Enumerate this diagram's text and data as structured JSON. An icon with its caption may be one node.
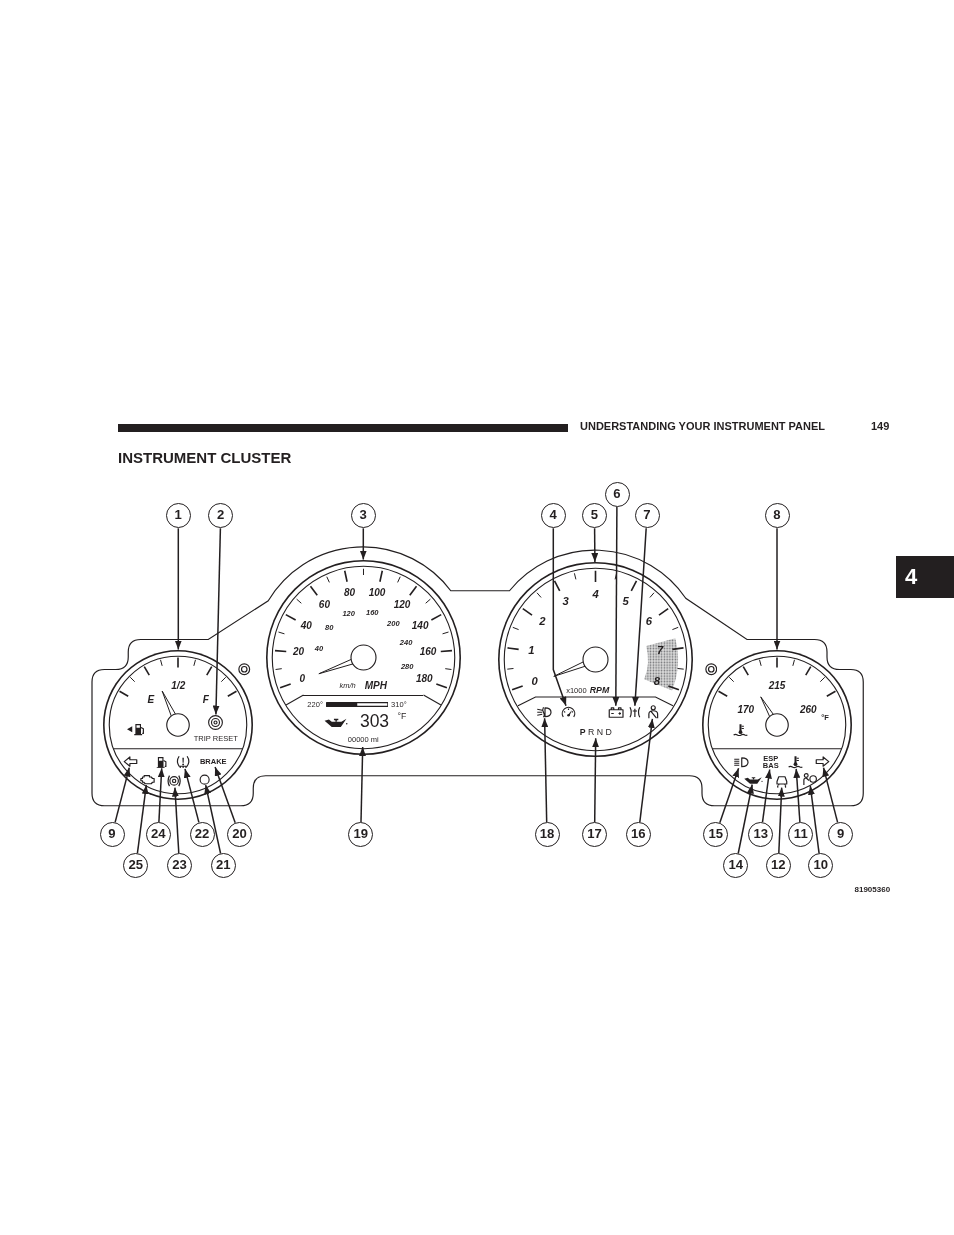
{
  "diagram": {
    "title": "INSTRUMENT CLUSTER",
    "nodes": [
      {
        "text": [
          "1"
        ]
      },
      {
        "text": [
          "2"
        ]
      },
      {
        "text": [
          "3"
        ]
      },
      {
        "text": [
          "4"
        ]
      },
      {
        "text": [
          "5"
        ]
      },
      {
        "text": [
          "6"
        ]
      },
      {
        "text": [
          "7"
        ]
      },
      {
        "text": [
          "8"
        ]
      },
      {
        "text": [
          "1/2",
          "E",
          "F"
        ]
      },
      {
        "text": [],
        "shape": "circle",
        "beside": [
          "TRIP RESET"
        ],
        "in": 8
      },
      {
        "text": [],
        "shape": "picture",
        "in": 8
      },
      {
        "text": [],
        "shape": "picture",
        "in": 8
      },
      {
        "text": [],
        "shape": "picture",
        "in": 8
      },
      {
        "text": [
          "BRAKE"
        ],
        "in": 8
      },
      {
        "text": [],
        "shape": "picture",
        "in": 8
      },
      {
        "text": [],
        "shape": "picture",
        "in": 8
      },
      {
        "text": [],
        "shape": "circle",
        "in": 8
      },
      {
        "text": [
          "0",
          "20",
          "40",
          "60",
          "80",
          "100",
          "120",
          "140",
          "160",
          "180",
          "40",
          "80",
          "120",
          "160",
          "200",
          "240",
          "280",
          "km/h",
          "MPH"
        ]
      },
      {
        "text": [
          "220°",
          "310°",
          "303",
          "°F",
          "00000 mi"
        ],
        "in": 17
      },
      {
        "text": [
          "0",
          "1",
          "2",
          "3",
          "4",
          "5",
          "6",
          "7",
          "8",
          "x1000",
          "RPM"
        ]
      },
      {
        "text": [],
        "shape": "picture",
        "in": 19
      },
      {
        "text": [],
        "shape": "picture",
        "in": 19
      },
      {
        "text": [],
        "shape": "picture",
        "in": 19
      },
      {
        "text": [],
        "shape": "picture",
        "in": 19
      },
      {
        "text": [],
        "shape": "picture",
        "in": 19
      },
      {
        "text": [
          "P R N D"
        ],
        "in": 19
      },
      {
        "text": [
          "215",
          "170",
          "260",
          "°F"
        ]
      },
      {
        "text": [],
        "shape": "picture",
        "in": 26
      },
      {
        "text": [
          "ESP BAS"
        ],
        "in": 26
      },
      {
        "text": [],
        "shape": "picture",
        "in": 26
      },
      {
        "text": [],
        "shape": "picture",
        "in": 26
      },
      {
        "text": [],
        "shape": "picture",
        "in": 26
      },
      {
        "text": [],
        "shape": "picture",
        "in": 26
      },
      {
        "text": [],
        "shape": "picture",
        "in": 26
      },
      {
        "text": [
          "9"
        ]
      },
      {
        "text": [
          "24"
        ]
      },
      {
        "text": [
          "22"
        ]
      },
      {
        "text": [
          "20"
        ]
      },
      {
        "text": [
          "19"
        ]
      },
      {
        "text": [
          "18"
        ]
      },
      {
        "text": [
          "17"
        ]
      },
      {
        "text": [
          "16"
        ]
      },
      {
        "text": [
          "15"
        ]
      },
      {
        "text": [
          "13"
        ]
      },
      {
        "text": [
          "11"
        ]
      },
      {
        "text": [
          "9"
        ]
      },
      {
        "text": [
          "25"
        ]
      },
      {
        "text": [
          "23"
        ]
      },
      {
        "text": [
          "21"
        ]
      },
      {
        "text": [
          "14"
        ]
      },
      {
        "text": [
          "12"
        ]
      },
      {
        "text": [
          "10"
        ]
      }
    ],
    "edges": [
      {
        "from": 0,
        "to": 8,
        "arrow": "to"
      },
      {
        "from": 1,
        "to": 9,
        "arrow": "to"
      },
      {
        "from": 2,
        "to": 17,
        "arrow": "to"
      },
      {
        "from": 3,
        "to": 21,
        "arrow": "to"
      },
      {
        "from": 4,
        "to": 19,
        "arrow": "to"
      },
      {
        "from": 5,
        "to": 22,
        "arrow": "to"
      },
      {
        "from": 6,
        "to": 23,
        "arrow": "to"
      },
      {
        "from": 7,
        "to": 26,
        "arrow": "to"
      },
      {
        "from": 34,
        "to": 10,
        "arrow": "to"
      },
      {
        "from": 35,
        "to": 11,
        "arrow": "to"
      },
      {
        "from": 36,
        "to": 12,
        "arrow": "to"
      },
      {
        "from": 37,
        "to": 13,
        "arrow": "to"
      },
      {
        "from": 38,
        "to": 18,
        "arrow": "to"
      },
      {
        "from": 39,
        "to": 20,
        "arrow": "to"
      },
      {
        "from": 40,
        "to": 25,
        "arrow": "to"
      },
      {
        "from": 41,
        "to": 24,
        "arrow": "to"
      },
      {
        "from": 42,
        "to": 27,
        "arrow": "to"
      },
      {
        "from": 43,
        "to": 28,
        "arrow": "to"
      },
      {
        "from": 44,
        "to": 29,
        "arrow": "to"
      },
      {
        "from": 45,
        "to": 30,
        "arrow": "to"
      },
      {
        "from": 46,
        "to": 14,
        "arrow": "to"
      },
      {
        "from": 47,
        "to": 15,
        "arrow": "to"
      },
      {
        "from": 48,
        "to": 16,
        "arrow": "to"
      },
      {
        "from": 49,
        "to": 31,
        "arrow": "to"
      },
      {
        "from": 50,
        "to": 32,
        "arrow": "to"
      },
      {
        "from": 51,
        "to": 33,
        "arrow": "to"
      }
    ],
    "labels": [
      "UNDERSTANDING YOUR INSTRUMENT PANEL",
      "149",
      "4",
      "81905360"
    ]
  }
}
